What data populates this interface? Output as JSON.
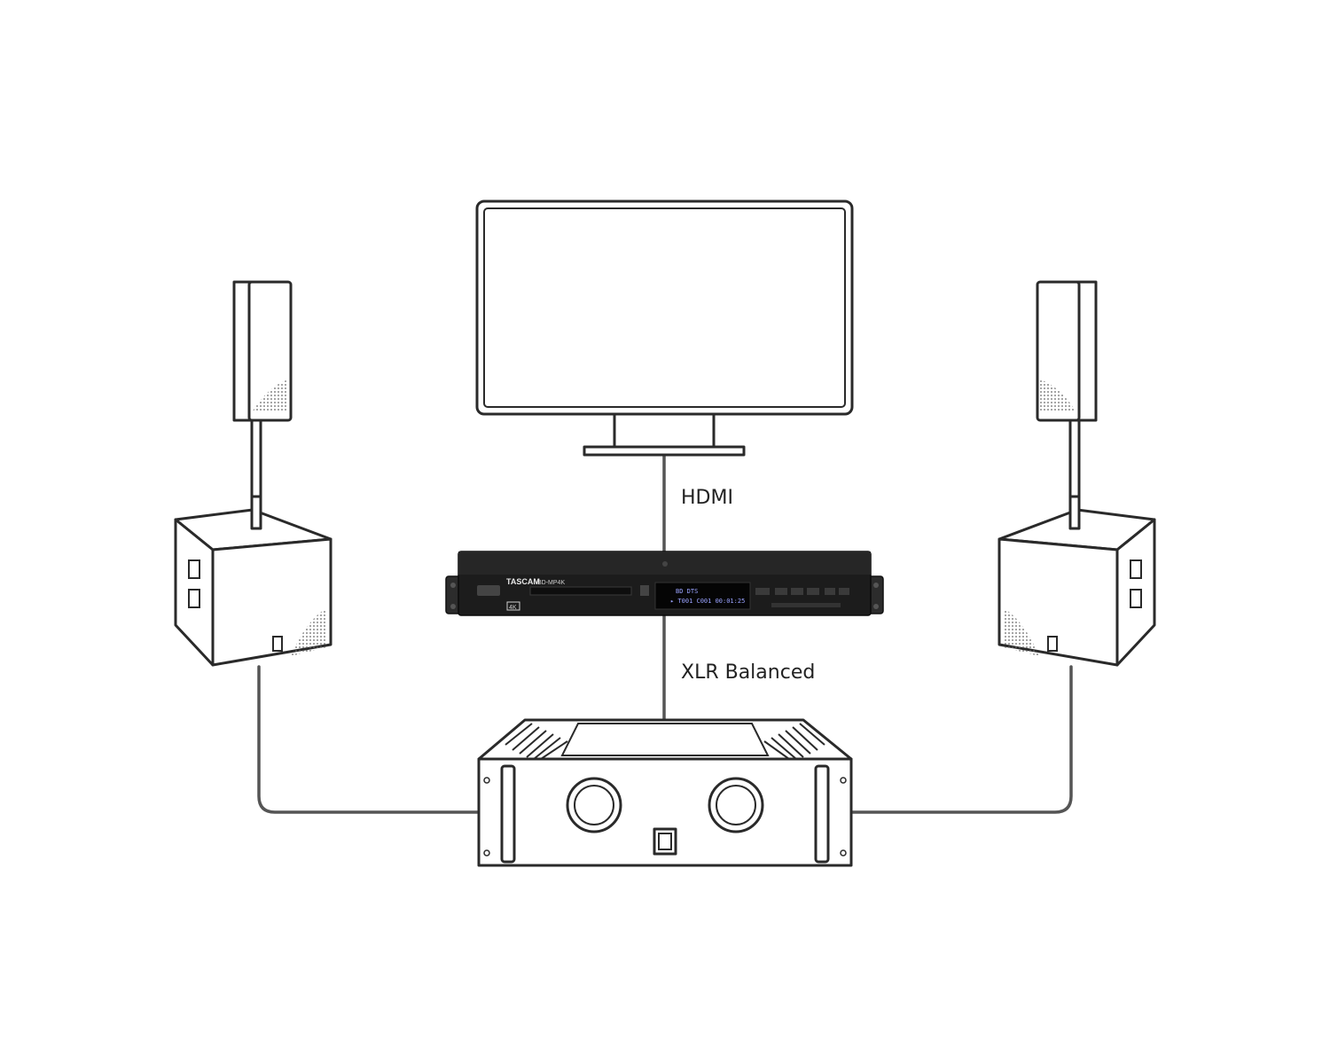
{
  "connections": {
    "hdmi_label": "HDMI",
    "xlr_label": "XLR Balanced"
  },
  "player": {
    "brand": "TASCAM",
    "model": "BD-MP4K",
    "display_line1": "BD  DTS",
    "display_line2": "▸ T001 C001 00:01:25",
    "badge_4k": "4K",
    "logos": [
      "dts-logo",
      "dolby-audio-logo",
      "avchd-logo",
      "hdmi-logo"
    ]
  },
  "colors": {
    "line": "#2a2a2a",
    "cable": "#555555",
    "player_body": "#1c1c1c",
    "vfd_text": "#9aa3ff"
  },
  "icons": {
    "speakers": [
      "speaker-icon",
      "subwoofer-icon"
    ],
    "display": "tv-monitor-icon",
    "amplifier": "amplifier-icon"
  }
}
